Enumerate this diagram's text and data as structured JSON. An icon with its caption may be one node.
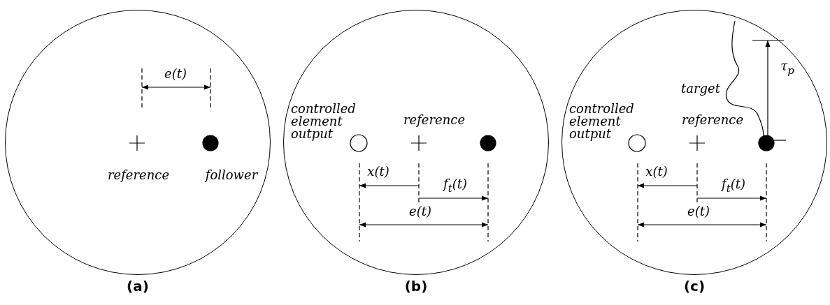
{
  "diagram": {
    "nodes": [
      {
        "text": [
          "e(t)",
          "reference",
          "follower"
        ],
        "beside": [
          "(a)"
        ]
      },
      {
        "text": [
          "controlled element output",
          "reference",
          "x(t)",
          "f$_{t}$(t)",
          "e(t)"
        ],
        "beside": [
          "(b)"
        ]
      },
      {
        "text": [
          "target",
          "τ$_{p}$",
          "controlled element output",
          "reference",
          "x(t)",
          "f$_{t}$(t)",
          "e(t)"
        ],
        "beside": [
          "(c)"
        ]
      }
    ],
    "edges": []
  }
}
